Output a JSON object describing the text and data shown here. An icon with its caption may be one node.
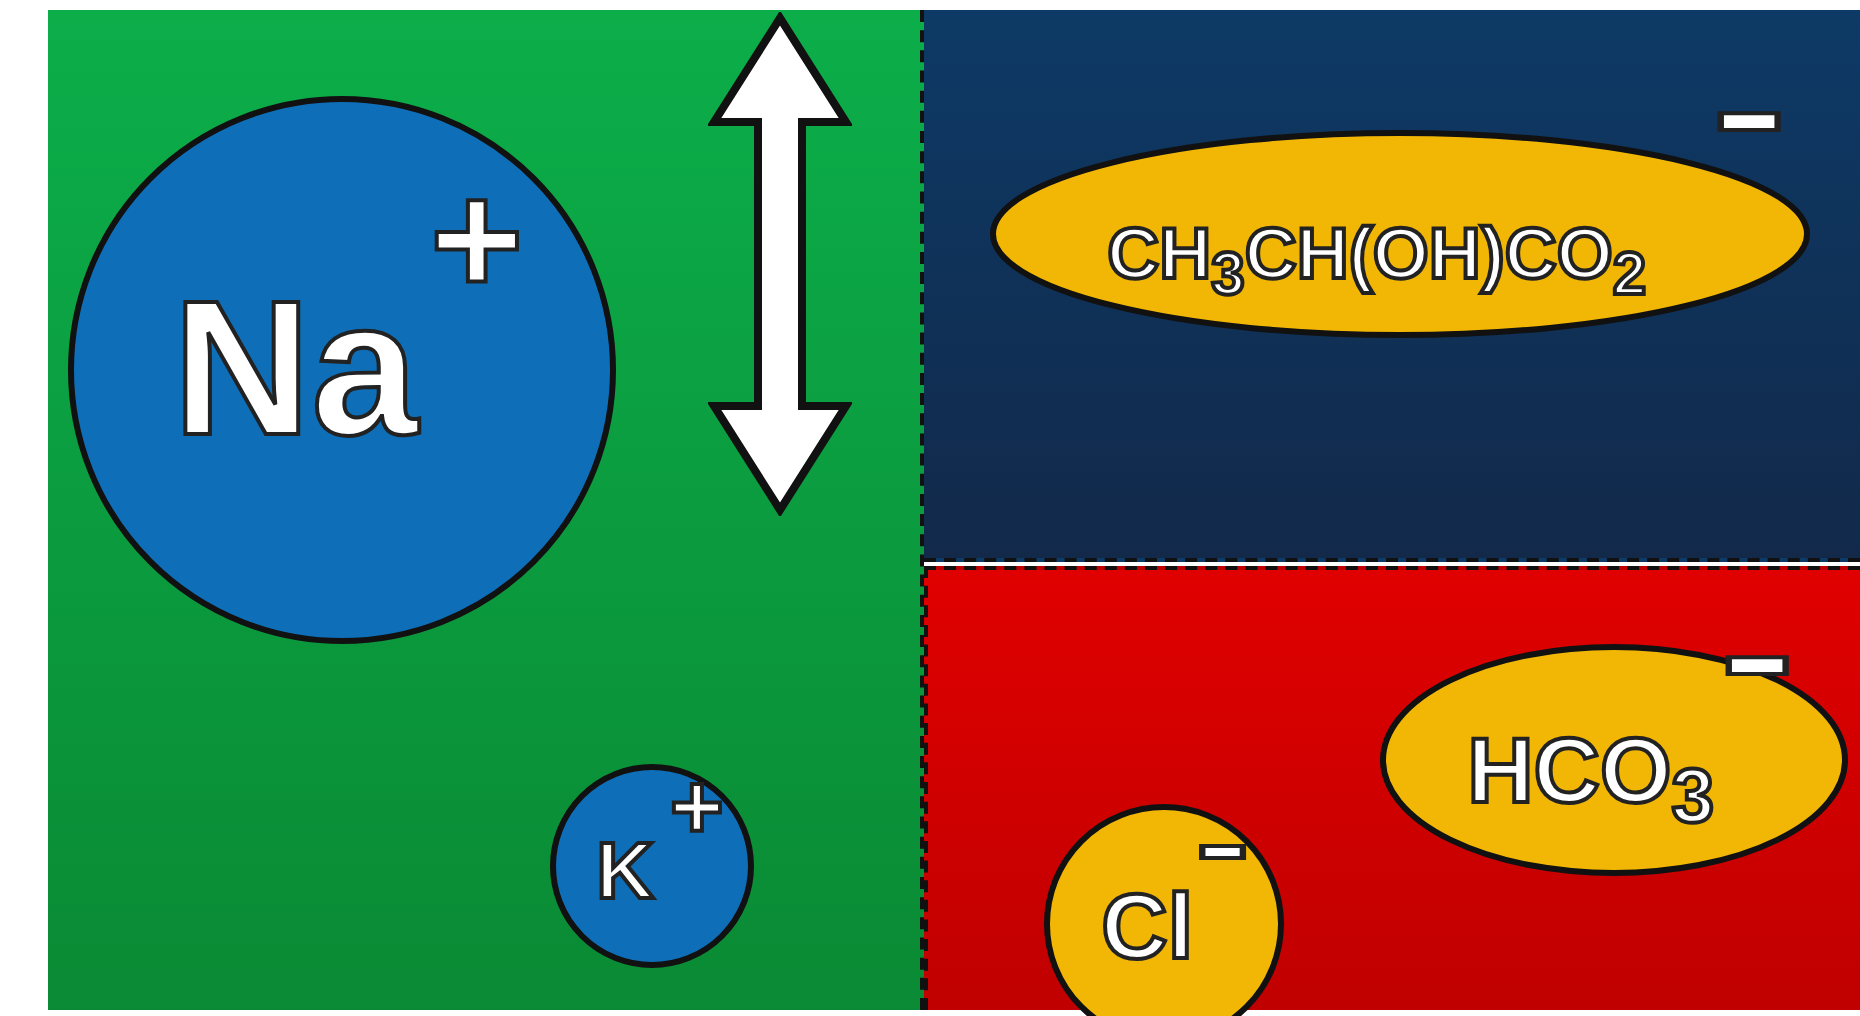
{
  "diagram": {
    "nodes": [
      {
        "text": [],
        "shape": "box"
      },
      {
        "text": [
          "Na$^{+}$"
        ],
        "in": 0
      },
      {
        "text": [
          "K$^{+}$"
        ],
        "in": 0
      },
      {
        "text": [],
        "shape": "box"
      },
      {
        "text": [
          "CH$_{3}$CH(OH)CO$_{2}$$^{-}$"
        ],
        "in": 3
      },
      {
        "text": [],
        "shape": "box"
      },
      {
        "text": [
          "HCO$_{3}$$^{-}$"
        ],
        "in": 5
      },
      {
        "text": [
          "Cl$^{-}$"
        ],
        "in": 5
      }
    ],
    "edges": []
  }
}
